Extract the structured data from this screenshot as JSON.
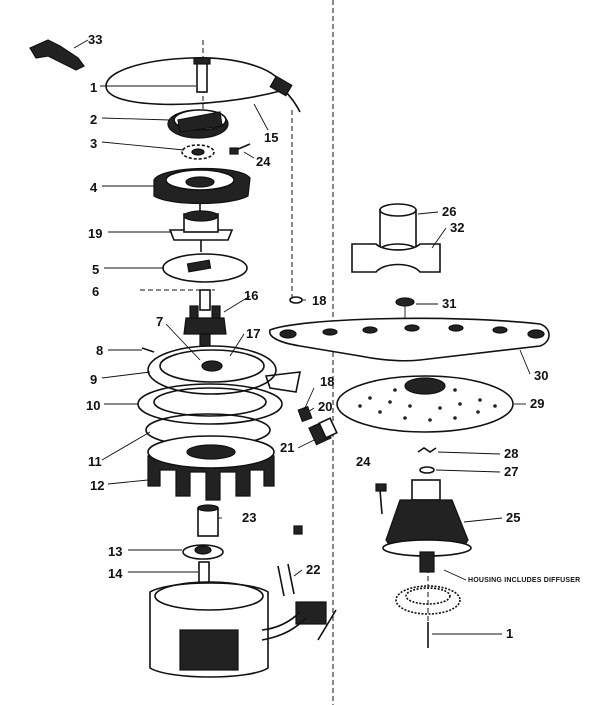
{
  "labels": {
    "l33": "33",
    "l1a": "1",
    "l2": "2",
    "l3": "3",
    "l15": "15",
    "l24a": "24",
    "l4": "4",
    "l19": "19",
    "l5": "5",
    "l6": "6",
    "l16": "16",
    "l18a": "18",
    "l7": "7",
    "l17": "17",
    "l8": "8",
    "l9": "9",
    "l18b": "18",
    "l20": "20",
    "l10": "10",
    "l21": "21",
    "l11": "11",
    "l12": "12",
    "l23": "23",
    "l13": "13",
    "l14": "14",
    "l22": "22",
    "l26": "26",
    "l32": "32",
    "l31": "31",
    "l30": "30",
    "l29": "29",
    "l28": "28",
    "l24b": "24",
    "l27": "27",
    "l25": "25",
    "l1b": "1"
  },
  "note": "HOUSING INCLUDES DIFFUSER"
}
